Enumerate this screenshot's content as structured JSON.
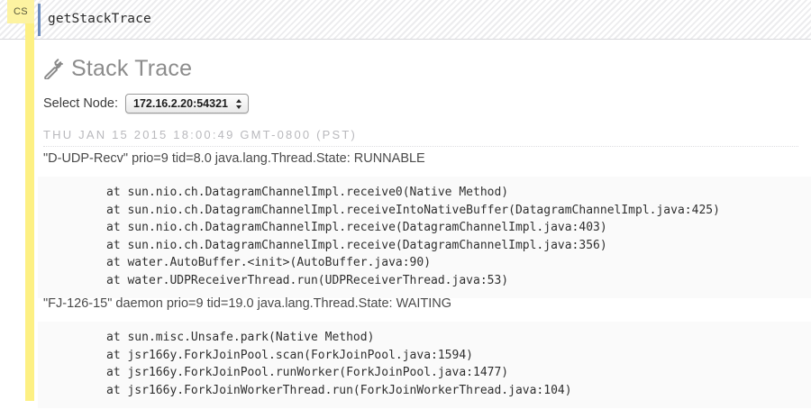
{
  "banner": {
    "tab_label": "CS",
    "title": "getStackTrace"
  },
  "section": {
    "icon": "wrench-icon",
    "heading": "Stack Trace"
  },
  "node_selector": {
    "label": "Select Node:",
    "selected": "172.16.2.20:54321",
    "options": [
      "172.16.2.20:54321"
    ]
  },
  "timestamp": "THU JAN 15 2015 18:00:49 GMT-0800 (PST)",
  "threads": [
    {
      "header": "\"D-UDP-Recv\" prio=9 tid=8.0 java.lang.Thread.State: RUNNABLE",
      "frames": [
        "at sun.nio.ch.DatagramChannelImpl.receive0(Native Method)",
        "at sun.nio.ch.DatagramChannelImpl.receiveIntoNativeBuffer(DatagramChannelImpl.java:425)",
        "at sun.nio.ch.DatagramChannelImpl.receive(DatagramChannelImpl.java:403)",
        "at sun.nio.ch.DatagramChannelImpl.receive(DatagramChannelImpl.java:356)",
        "at water.AutoBuffer.<init>(AutoBuffer.java:90)",
        "at water.UDPReceiverThread.run(UDPReceiverThread.java:53)"
      ]
    },
    {
      "header": "\"FJ-126-15\" daemon prio=9 tid=19.0 java.lang.Thread.State: WAITING",
      "frames": [
        "at sun.misc.Unsafe.park(Native Method)",
        "at jsr166y.ForkJoinPool.scan(ForkJoinPool.java:1594)",
        "at jsr166y.ForkJoinPool.runWorker(ForkJoinPool.java:1477)",
        "at jsr166y.ForkJoinWorkerThread.run(ForkJoinWorkerThread.java:104)"
      ]
    }
  ],
  "colors": {
    "accent_yellow": "#fdf083",
    "tab_yellow": "#fdf3a1",
    "banner_accent": "#6b8bbd",
    "code_bg": "#fafafa",
    "heading_gray": "#8c8c8c",
    "timestamp_gray": "#b9b9bd"
  }
}
